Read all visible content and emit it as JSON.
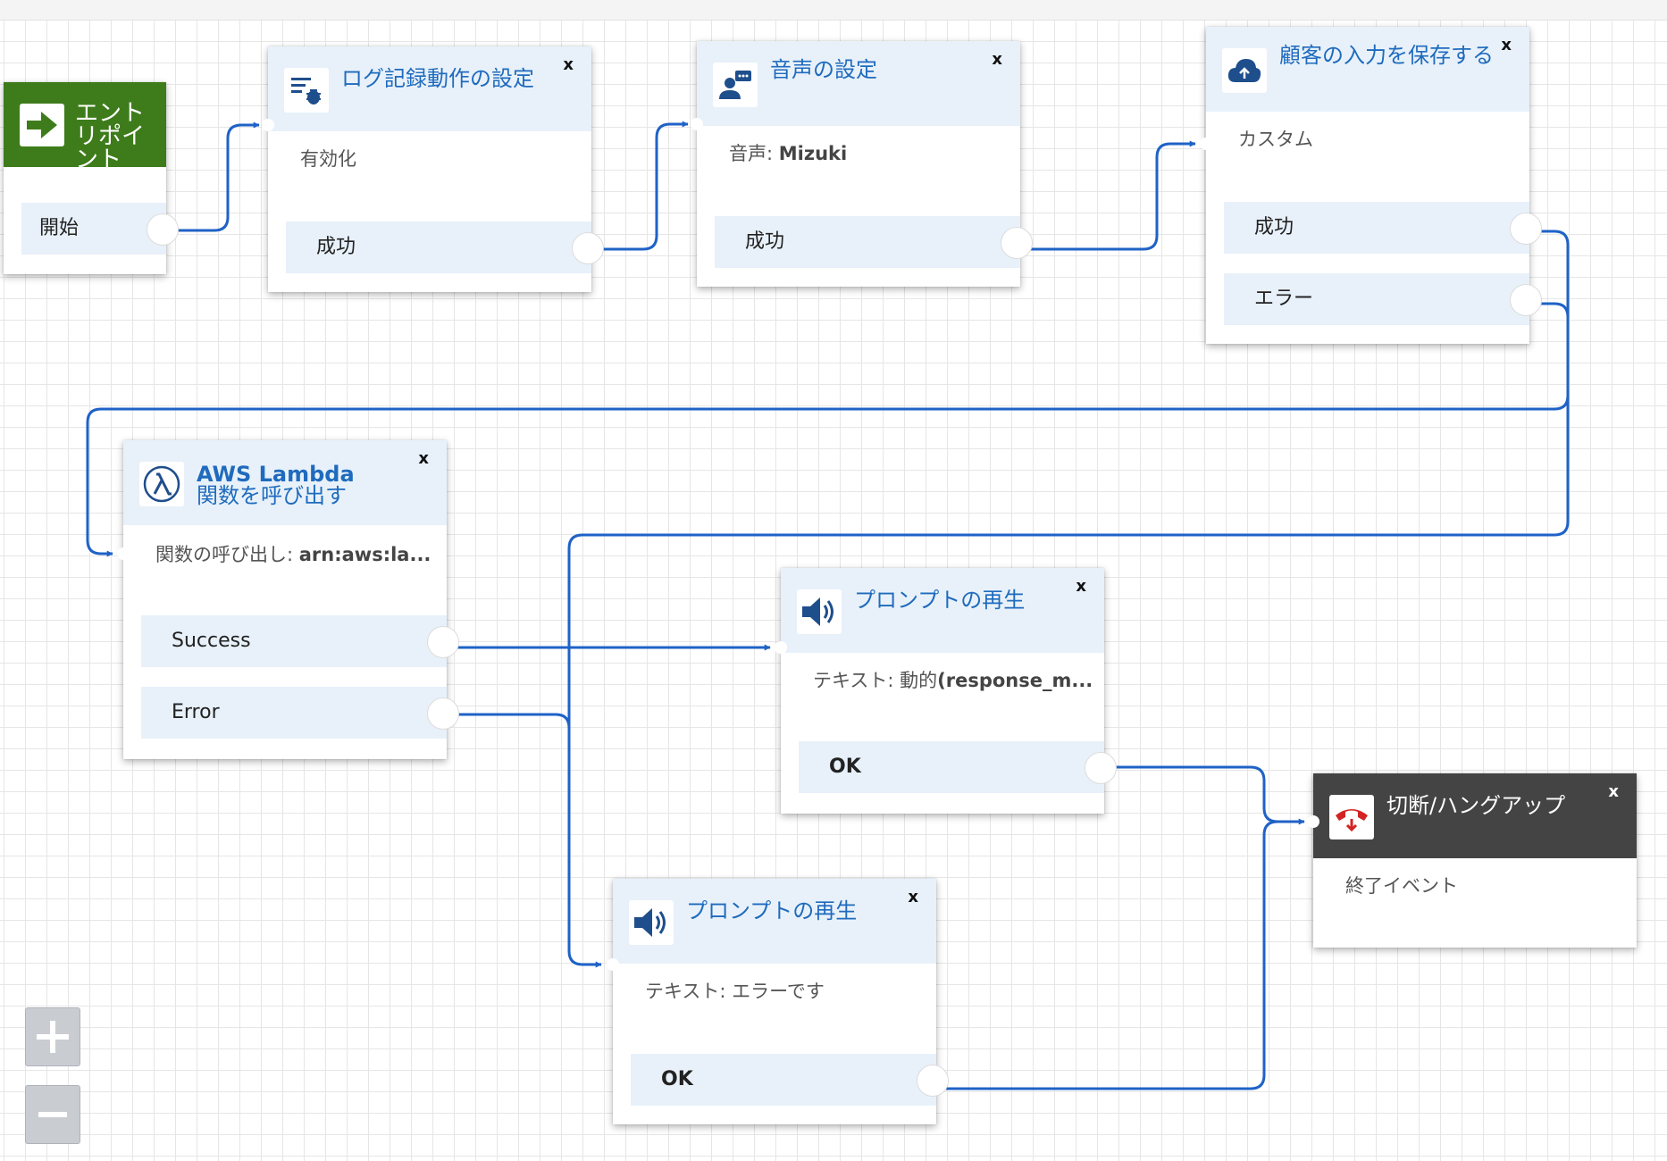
{
  "blocks": {
    "entry": {
      "title": "エントリポイント",
      "branches": [
        "開始"
      ]
    },
    "logging": {
      "title": "ログ記録動作の設定",
      "desc": "有効化",
      "branches": [
        "成功"
      ]
    },
    "voice": {
      "title": "音声の設定",
      "desc_label": "音声:",
      "desc_value": "Mizuki",
      "branches": [
        "成功"
      ]
    },
    "store": {
      "title": "顧客の入力を保存する",
      "desc": "カスタム",
      "branches": [
        "成功",
        "エラー"
      ]
    },
    "lambda": {
      "title_line1": "AWS Lambda",
      "title_line2": "関数を呼び出す",
      "desc_label": "関数の呼び出し:",
      "desc_value": "arn:aws:la...",
      "branches": [
        "Success",
        "Error"
      ]
    },
    "prompt_success": {
      "title": "プロンプトの再生",
      "desc_label": "テキスト: 動的",
      "desc_value": "(response_m...",
      "branches": [
        "OK"
      ]
    },
    "prompt_error": {
      "title": "プロンプトの再生",
      "desc": "テキスト: エラーです",
      "branches": [
        "OK"
      ]
    },
    "disconnect": {
      "title": "切断/ハングアップ",
      "desc": "終了イベント"
    }
  },
  "close_label": "x",
  "zoom": {
    "in_icon": "plus-icon",
    "out_icon": "minus-icon"
  },
  "colors": {
    "wire": "#1f62c7",
    "entry_header": "#3e7c1b",
    "disconnect_header": "#444444",
    "title_blue": "#1f6bbd"
  }
}
